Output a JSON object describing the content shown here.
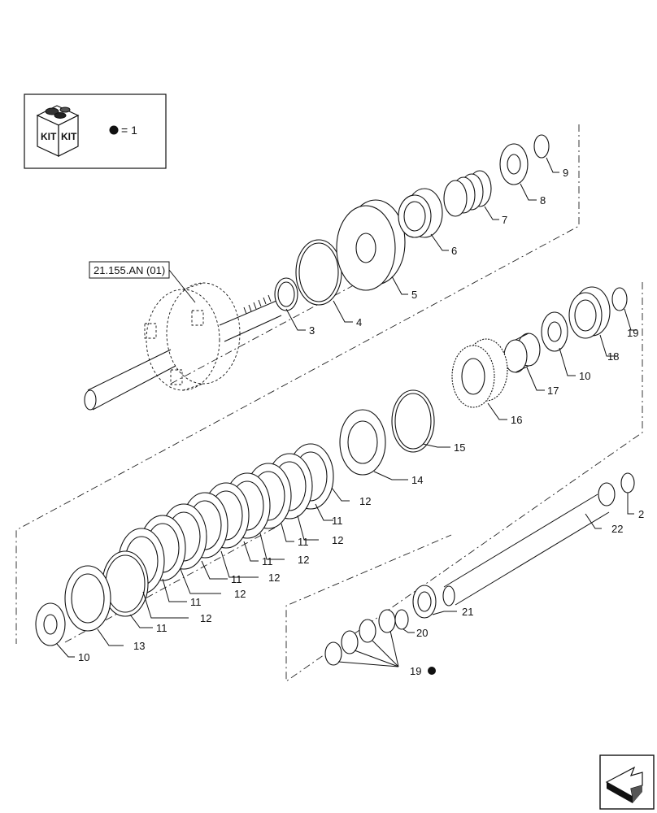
{
  "legend": {
    "kit_icon_label": "KIT",
    "kit_icon_label_2": "KIT",
    "kit_equals_text": "= 1"
  },
  "reference": {
    "label": "21.155.AN (01)"
  },
  "callouts": [
    {
      "id": "c2",
      "text": "2"
    },
    {
      "id": "c3",
      "text": "3"
    },
    {
      "id": "c4",
      "text": "4"
    },
    {
      "id": "c5",
      "text": "5"
    },
    {
      "id": "c6",
      "text": "6"
    },
    {
      "id": "c7",
      "text": "7"
    },
    {
      "id": "c8",
      "text": "8"
    },
    {
      "id": "c9",
      "text": "9"
    },
    {
      "id": "c10a",
      "text": "10"
    },
    {
      "id": "c10b",
      "text": "10"
    },
    {
      "id": "c11a",
      "text": "11"
    },
    {
      "id": "c11b",
      "text": "11"
    },
    {
      "id": "c11c",
      "text": "11"
    },
    {
      "id": "c11d",
      "text": "11"
    },
    {
      "id": "c11e",
      "text": "11"
    },
    {
      "id": "c11f",
      "text": "11"
    },
    {
      "id": "c12a",
      "text": "12"
    },
    {
      "id": "c12b",
      "text": "12"
    },
    {
      "id": "c12c",
      "text": "12"
    },
    {
      "id": "c12d",
      "text": "12"
    },
    {
      "id": "c12e",
      "text": "12"
    },
    {
      "id": "c12f",
      "text": "12"
    },
    {
      "id": "c12g",
      "text": "12"
    },
    {
      "id": "c13",
      "text": "13"
    },
    {
      "id": "c14",
      "text": "14"
    },
    {
      "id": "c15",
      "text": "15"
    },
    {
      "id": "c16",
      "text": "16"
    },
    {
      "id": "c17",
      "text": "17"
    },
    {
      "id": "c18",
      "text": "18"
    },
    {
      "id": "c19",
      "text": "19"
    },
    {
      "id": "c20",
      "text": "20"
    },
    {
      "id": "c21",
      "text": "21"
    },
    {
      "id": "c22",
      "text": "22"
    }
  ],
  "navigation": {
    "icon": "next-page-arrow-icon"
  }
}
